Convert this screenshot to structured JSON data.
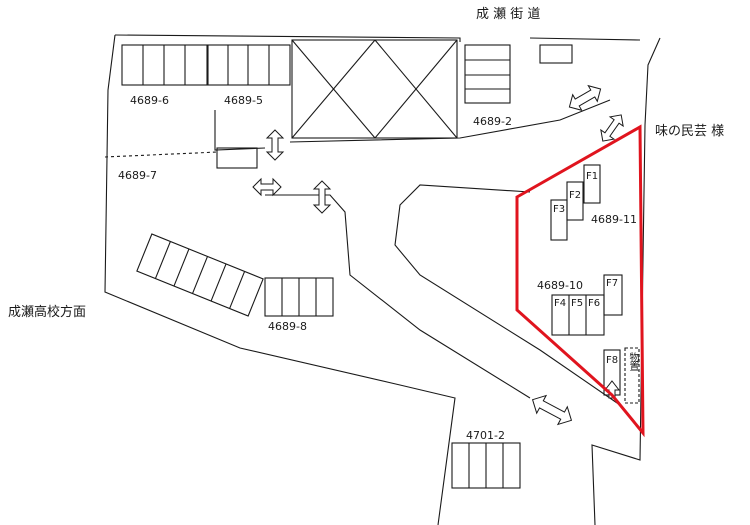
{
  "map": {
    "road_label": "成 瀬 街 道",
    "shop_label": "味の民芸 様",
    "school_label": "成瀬高校方面",
    "highlight_color": "#e0141e",
    "line_color": "#1a1a1a",
    "lots": [
      "4689-6",
      "4689-5",
      "4689-2",
      "4689-7",
      "4689-11",
      "4689-10",
      "4689-8",
      "4701-2"
    ],
    "floors": [
      "F1",
      "F2",
      "F3",
      "F4",
      "F5",
      "F6",
      "F7",
      "F8"
    ],
    "vertical_note": "物置"
  }
}
